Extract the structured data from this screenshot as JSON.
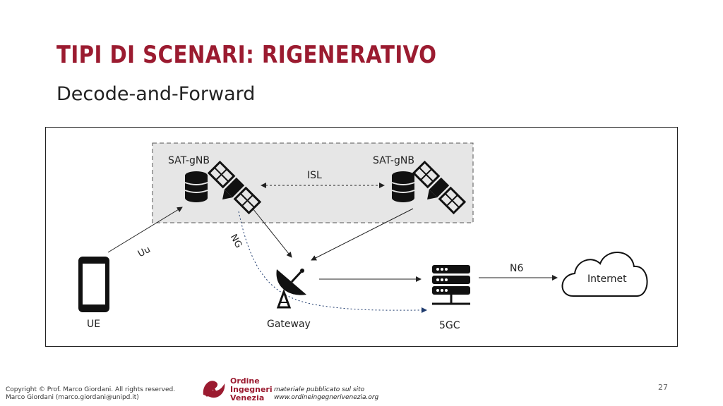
{
  "slide": {
    "title": "TIPI DI SCENARI: RIGENERATIVO",
    "subtitle": "Decode-and-Forward",
    "page_number": "27"
  },
  "diagram": {
    "nodes": {
      "sat_left": "SAT-gNB",
      "sat_right": "SAT-gNB",
      "ue": "UE",
      "gateway": "Gateway",
      "core": "5GC",
      "internet": "Internet"
    },
    "links": {
      "isl": "ISL",
      "uu": "Uu",
      "ng": "NG",
      "n6": "N6"
    },
    "colors": {
      "accent": "#9b1b30",
      "satellite_box": "#e6e6e6"
    },
    "icons": [
      "server-stack-icon",
      "satellite-icon",
      "smartphone-icon",
      "satellite-dish-icon",
      "server-rack-icon",
      "cloud-icon"
    ]
  },
  "footer": {
    "copyright_line1": "Copyright © Prof. Marco Giordani. All rights reserved.",
    "copyright_line2": "Marco Giordani (marco.giordani@unipd.it)",
    "logo_line1": "Ordine",
    "logo_line2": "Ingegneri",
    "logo_line3": "Venezia",
    "material_line1": "materiale pubblicato sul sito",
    "material_line2": "www.ordineingegnerivenezia.org"
  }
}
